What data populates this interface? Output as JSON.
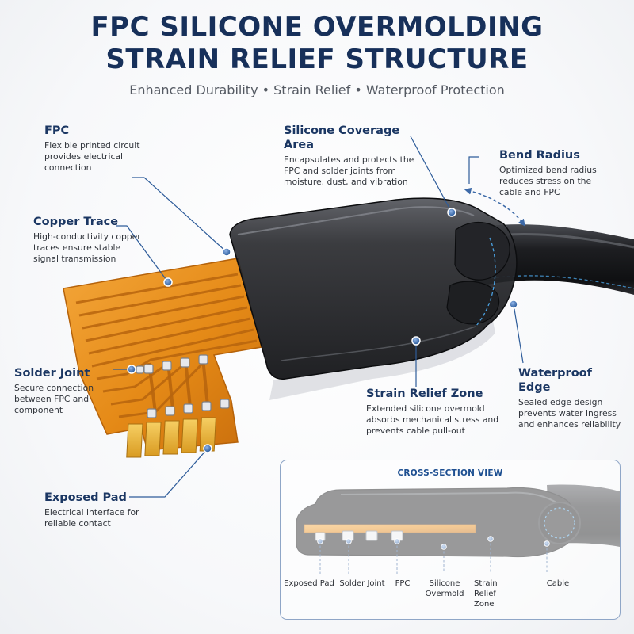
{
  "header": {
    "title_line_1": "FPC SILICONE  OVERMOLDING",
    "title_line_2": "STRAIN RELIEF STRUCTURE",
    "subtitle": "Enhanced Durability • Strain Relief • Waterproof Protection"
  },
  "callouts": {
    "fpc": {
      "title": "FPC",
      "description": "Flexible printed circuit provides electrical connection"
    },
    "copper_trace": {
      "title": "Copper Trace",
      "description": "High-conductivity copper traces ensure stable signal transmission"
    },
    "solder_joint": {
      "title": "Solder Joint",
      "description": "Secure connection between FPC and component"
    },
    "exposed_pad": {
      "title": "Exposed Pad",
      "description": "Electrical interface for reliable contact"
    },
    "silicone_coverage": {
      "title": "Silicone Coverage Area",
      "description": "Encapsulates and protects the FPC and solder joints from moisture, dust, and vibration"
    },
    "bend_radius": {
      "title": "Bend Radius",
      "description": "Optimized bend radius reduces stress on the cable and FPC"
    },
    "strain_relief": {
      "title": "Strain Relief Zone",
      "description": "Extended silicone overmold absorbs mechanical stress and prevents cable pull-out"
    },
    "waterproof_edge": {
      "title": "Waterproof Edge",
      "description": "Sealed edge design prevents water ingress and enhances reliability"
    }
  },
  "cross_section": {
    "title": "CROSS-SECTION VIEW",
    "labels": {
      "exposed_pad": "Exposed Pad",
      "solder_joint": "Solder Joint",
      "fpc": "FPC",
      "silicone_overmold": "Silicone Overmold",
      "strain_relief_zone": "Strain Relief Zone",
      "cable": "Cable"
    }
  },
  "colors": {
    "title_navy": "#17305a",
    "callout_navy": "#1b3763",
    "leader_line": "#2e5c9a",
    "fpc_orange": "#e8901c",
    "copper_dark": "#b8650e",
    "pad_gold": "#e9b43a",
    "silicone_black": "#1c1d20",
    "cross_section_title": "#1d4f91"
  }
}
